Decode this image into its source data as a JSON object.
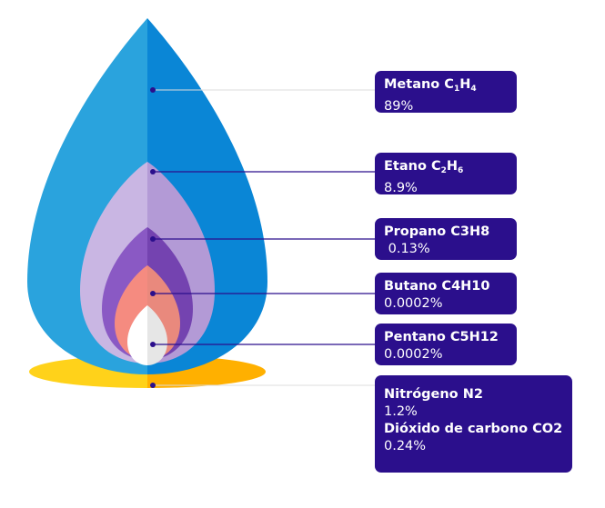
{
  "components": [
    {
      "name": "Metano C",
      "formula_parts": [
        "1",
        "H",
        "4"
      ],
      "value": "89%"
    },
    {
      "name": "Etano C",
      "formula_parts": [
        "2",
        "H",
        "6"
      ],
      "value": "8.9%"
    },
    {
      "name": "Propano C3H8",
      "value": " 0.13%"
    },
    {
      "name": "Butano C4H10",
      "value": "0.0002%"
    },
    {
      "name": "Pentano C5H12",
      "value": "0.0002%"
    },
    {
      "name": "Nitrógeno N2",
      "value": "1.2%"
    },
    {
      "name": "Dióxido de carbono CO2",
      "value": "0.24%"
    }
  ],
  "colors": {
    "outer_flame_left": "#2aa3dd",
    "outer_flame_right": "#0a86d6",
    "layer2_left": "#c9b6e3",
    "layer2_right": "#b39ad6",
    "layer3_left": "#8a59c4",
    "layer3_right": "#7443b0",
    "layer4_left": "#f58b80",
    "layer4_right": "#e9897d",
    "core_left": "#ffffff",
    "core_right": "#e6e6e6",
    "base_left": "#ffd21a",
    "base_right": "#ffb000",
    "label_box": "#2b0f8c",
    "leader_line": "#2b0f8c",
    "marker_dot": "#2b0f8c"
  }
}
